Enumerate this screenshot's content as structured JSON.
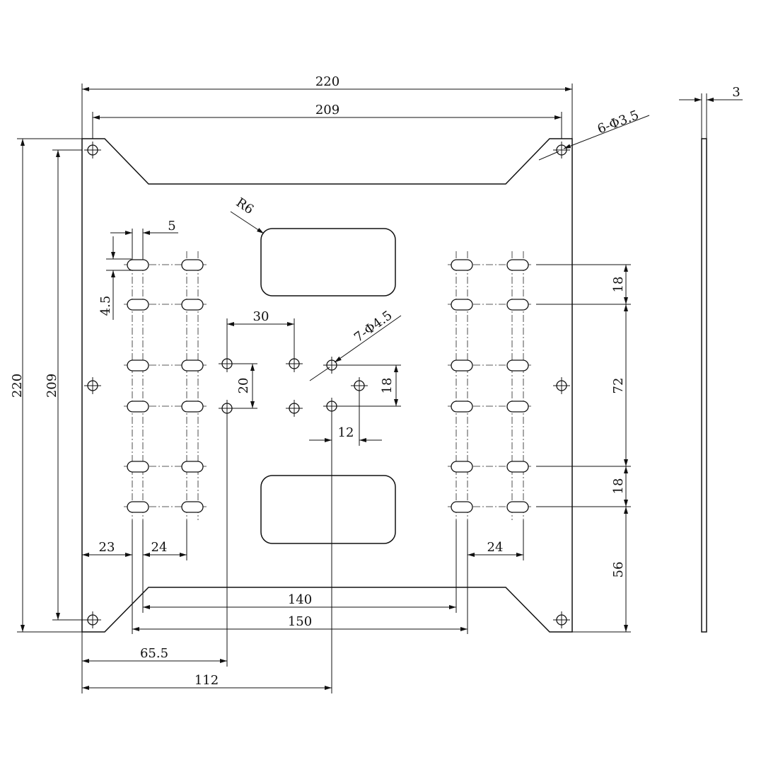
{
  "plate_dimensions": {
    "overall_width": "220",
    "hole_span_x": "209",
    "overall_height": "220",
    "hole_span_y": "209",
    "thickness": "3"
  },
  "annotations": {
    "corner_holes": "6-Φ3.5",
    "center_holes": "7-Φ4.5",
    "window_radius": "R6",
    "slot_width": "5",
    "slot_pitch": "4.5"
  },
  "center_pattern": {
    "spacing_x": "30",
    "spacing_y": "20",
    "offset_y": "18",
    "offset_x": "12"
  },
  "right_slots": {
    "pitch_top": "18",
    "pitch_middle": "72",
    "pitch_bottom": "18",
    "to_bottom_edge": "56",
    "column_spacing": "24"
  },
  "left_slots": {
    "edge_offset": "23",
    "column_spacing": "24"
  },
  "bottom_dimensions": {
    "slot_span_inner": "140",
    "slot_span_outer": "150",
    "to_center_holes": "65.5",
    "to_center": "112"
  }
}
